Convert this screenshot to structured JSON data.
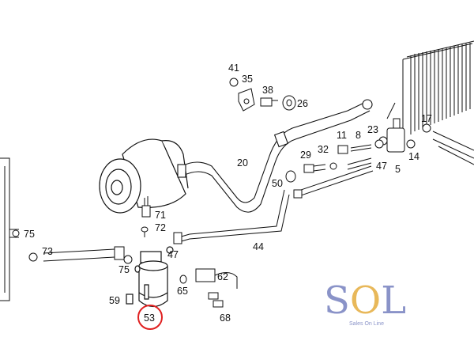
{
  "callouts": [
    {
      "id": "c41",
      "text": "41"
    },
    {
      "id": "c35",
      "text": "35"
    },
    {
      "id": "c38",
      "text": "38"
    },
    {
      "id": "c26",
      "text": "26"
    },
    {
      "id": "c23",
      "text": "23"
    },
    {
      "id": "c17",
      "text": "17"
    },
    {
      "id": "c11",
      "text": "11"
    },
    {
      "id": "c8",
      "text": "8"
    },
    {
      "id": "c29",
      "text": "29"
    },
    {
      "id": "c32",
      "text": "32"
    },
    {
      "id": "c47a",
      "text": "47"
    },
    {
      "id": "c5",
      "text": "5"
    },
    {
      "id": "c14",
      "text": "14"
    },
    {
      "id": "c20",
      "text": "20"
    },
    {
      "id": "c50",
      "text": "50"
    },
    {
      "id": "c71",
      "text": "71"
    },
    {
      "id": "c72",
      "text": "72"
    },
    {
      "id": "c75a",
      "text": "75"
    },
    {
      "id": "c73",
      "text": "73"
    },
    {
      "id": "c47b",
      "text": "47"
    },
    {
      "id": "c44",
      "text": "44"
    },
    {
      "id": "c75b",
      "text": "75"
    },
    {
      "id": "c62",
      "text": "62"
    },
    {
      "id": "c65",
      "text": "65"
    },
    {
      "id": "c59",
      "text": "59"
    },
    {
      "id": "c68",
      "text": "68"
    },
    {
      "id": "c53",
      "text": "53"
    }
  ],
  "highlighted_part": "53",
  "logo": {
    "main_text": "SOL",
    "sub_text": "Sales On Line",
    "colors": {
      "s": "#8a93c8",
      "o": "#e8b85a",
      "l": "#8a93c8",
      "sub": "#8a93c8"
    }
  },
  "colors": {
    "line": "#111111",
    "highlight": "#e02020"
  }
}
